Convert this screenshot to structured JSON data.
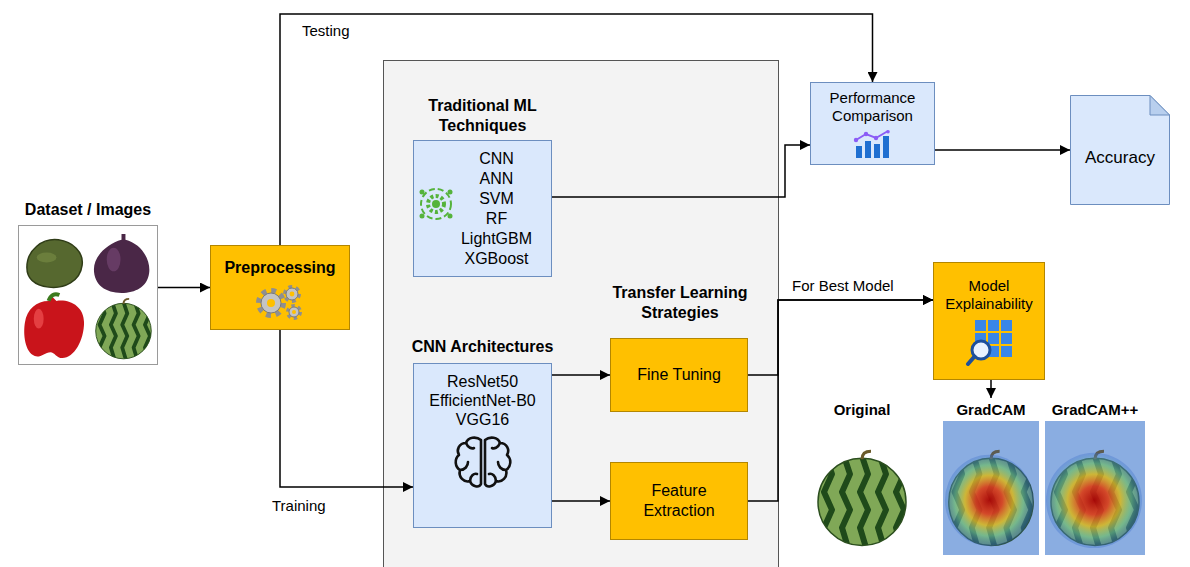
{
  "diagram": {
    "nodes": [
      {
        "text": [
          "Dataset / Images"
        ]
      },
      {
        "text": [
          "Preprocessing"
        ]
      },
      {
        "text": [
          "Traditional ML Techniques",
          "CNN",
          "ANN",
          "SVM",
          "RF",
          "LightGBM",
          "XGBoost"
        ]
      },
      {
        "text": [
          "CNN Architectures",
          "ResNet50",
          "EfficientNet-B0",
          "VGG16"
        ]
      },
      {
        "text": [
          "Fine Tuning"
        ]
      },
      {
        "text": [
          "Feature Extraction"
        ]
      },
      {
        "text": [
          "Performance Comparison"
        ]
      },
      {
        "text": [
          "Accuracy"
        ]
      },
      {
        "text": [
          "Model Explainability"
        ]
      },
      {
        "text": [
          "Original"
        ]
      },
      {
        "text": [
          "GradCAM"
        ]
      },
      {
        "text": [
          "GradCAM++"
        ]
      }
    ],
    "edges": [
      {
        "from": 0,
        "to": 1,
        "arrow": "to"
      },
      {
        "from": 1,
        "to": 6,
        "label": "Testing",
        "arrow": "to"
      },
      {
        "from": 1,
        "to": 3,
        "label": "Training",
        "arrow": "to"
      },
      {
        "from": 2,
        "to": 6,
        "arrow": "to"
      },
      {
        "from": 3,
        "to": 4,
        "arrow": "to"
      },
      {
        "from": 3,
        "to": 5,
        "arrow": "to"
      },
      {
        "from": 4,
        "to": 8,
        "label": "For Best Model",
        "arrow": "to"
      },
      {
        "from": 5,
        "to": 8,
        "arrow": "to"
      },
      {
        "from": 6,
        "to": 7,
        "arrow": "to"
      },
      {
        "from": 8,
        "to": 10,
        "arrow": "to"
      }
    ],
    "labels": [
      "Transfer Learning Strategies"
    ]
  }
}
